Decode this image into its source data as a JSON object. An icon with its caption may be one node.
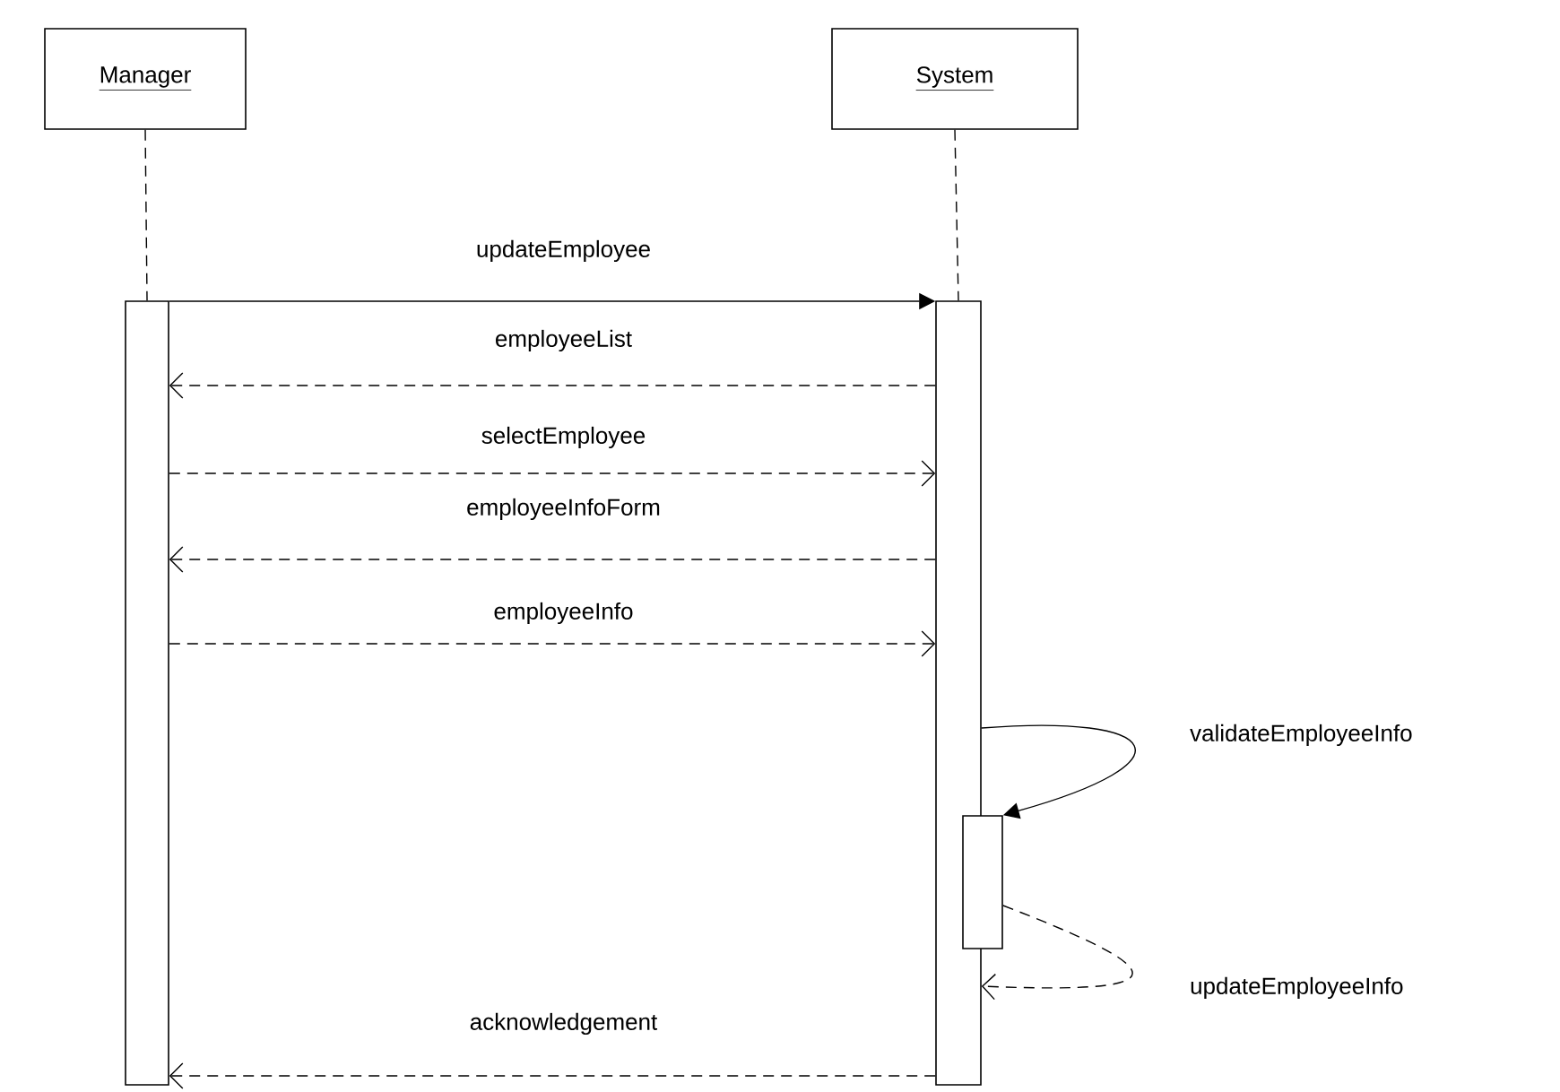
{
  "diagram": {
    "nodes": [
      {
        "text": [
          "Manager"
        ]
      },
      {
        "text": [
          "System"
        ]
      },
      {
        "text": [],
        "shape": "bar"
      },
      {
        "text": [],
        "shape": "bar"
      },
      {
        "text": [],
        "shape": "bar"
      }
    ],
    "edges": [
      {
        "from": 0,
        "to": 2,
        "arrow": "none",
        "style": "dashed"
      },
      {
        "from": 1,
        "to": 3,
        "arrow": "none",
        "style": "dashed"
      },
      {
        "from": 2,
        "to": 3,
        "arrow": "to",
        "label": "updateEmployee"
      },
      {
        "from": 3,
        "to": 2,
        "arrow": "to",
        "label": "employeeList",
        "style": "dashed"
      },
      {
        "from": 2,
        "to": 3,
        "arrow": "to",
        "label": "selectEmployee",
        "style": "dashed"
      },
      {
        "from": 3,
        "to": 2,
        "arrow": "to",
        "label": "employeeInfoForm",
        "style": "dashed"
      },
      {
        "from": 2,
        "to": 3,
        "arrow": "to",
        "label": "employeeInfo",
        "style": "dashed"
      },
      {
        "from": 3,
        "to": 4,
        "arrow": "to",
        "label": "validateEmployeeInfo"
      },
      {
        "from": 4,
        "to": 3,
        "arrow": "to",
        "label": "updateEmployeeInfo",
        "style": "dashed"
      },
      {
        "from": 3,
        "to": 2,
        "arrow": "to",
        "label": "acknowledgement",
        "style": "dashed"
      }
    ]
  }
}
